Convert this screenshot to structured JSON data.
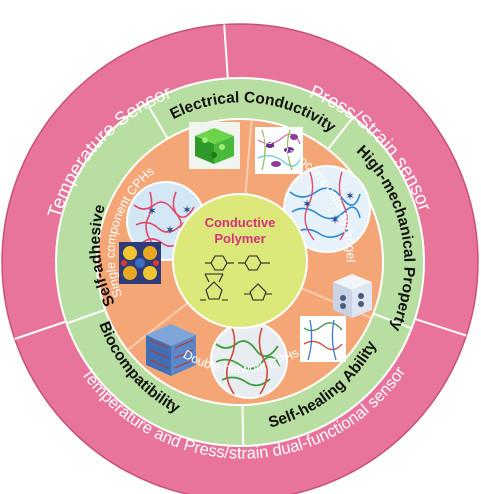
{
  "outer_ring": {
    "top_left": "Temperature Sensor",
    "top_right": "Press/Strain sensor",
    "bottom": "Temperature and Press/strain dual-functional  sensor"
  },
  "middle_ring": {
    "top": "Electrical Conductivity",
    "right": "High-mechanical Property",
    "bottom_right": "Self-healing Ability",
    "bottom_left": "Biocompatibility",
    "left": "Self-adhesive"
  },
  "inner_ring": {
    "top_right": "CPs nanocomposite hydrogel",
    "bottom": "Double-network CPHs",
    "left": "Single component CPHs"
  },
  "center": {
    "line1": "Conductive",
    "line2": "Polymer"
  },
  "colors": {
    "pink": "#e9749b",
    "pink_dark": "#d45985",
    "green": "#b9dea1",
    "orange": "#f5a676",
    "orange_light": "#f8bd95",
    "center": "#dde87a",
    "center_text": "#d4317a"
  }
}
